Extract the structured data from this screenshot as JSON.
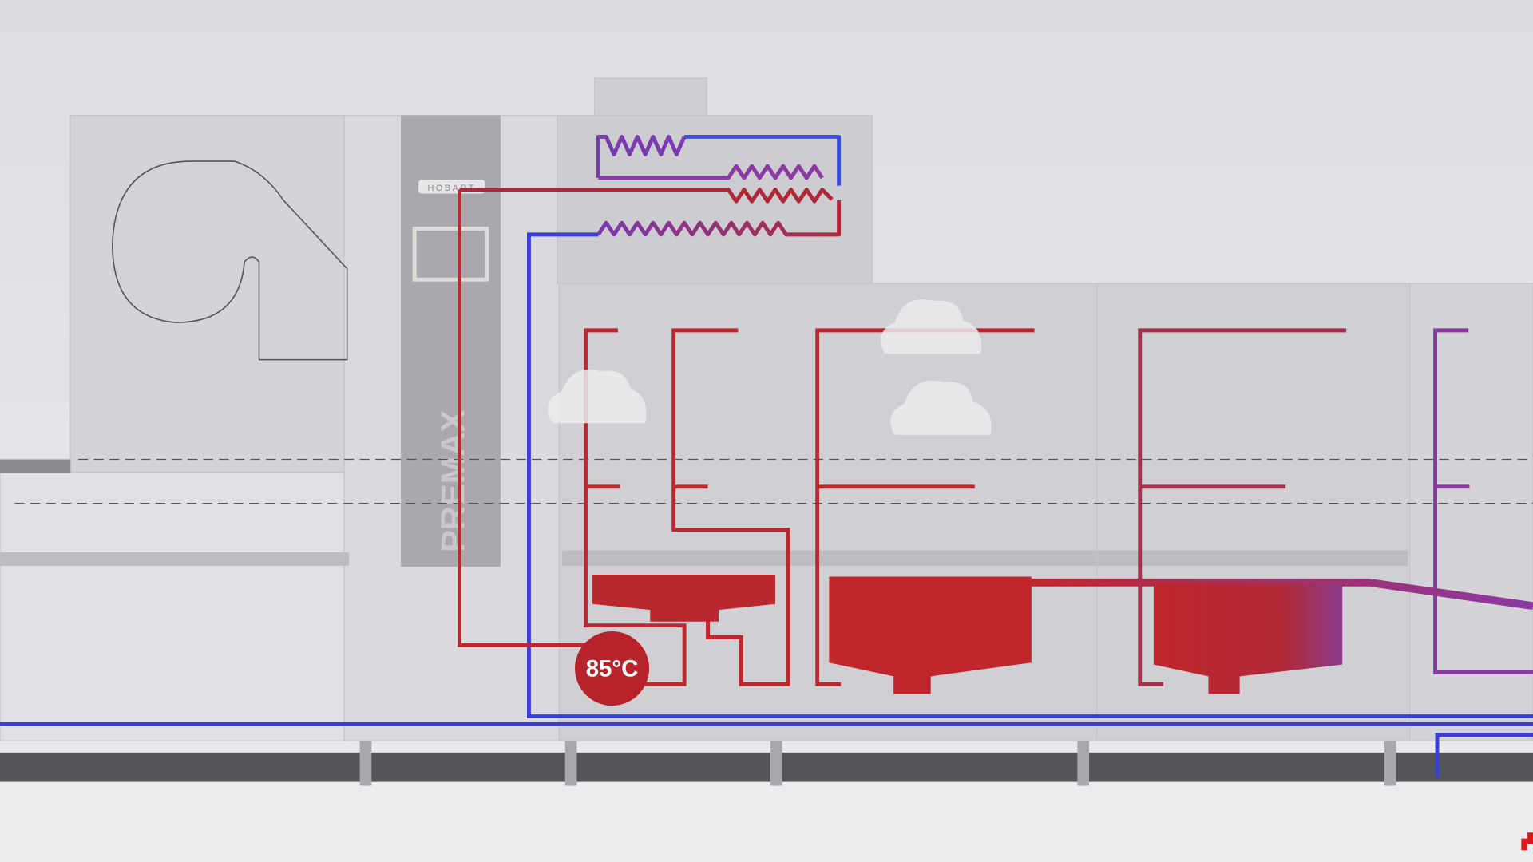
{
  "machine": {
    "brand": "HOBART",
    "model": "PREMAX"
  },
  "temperature_badge": {
    "value": "85°C"
  },
  "colors": {
    "hot": "#c0262c",
    "cold": "#2f3fd8",
    "mixed": "#8a3a9a",
    "background": "#e4e4e8"
  }
}
